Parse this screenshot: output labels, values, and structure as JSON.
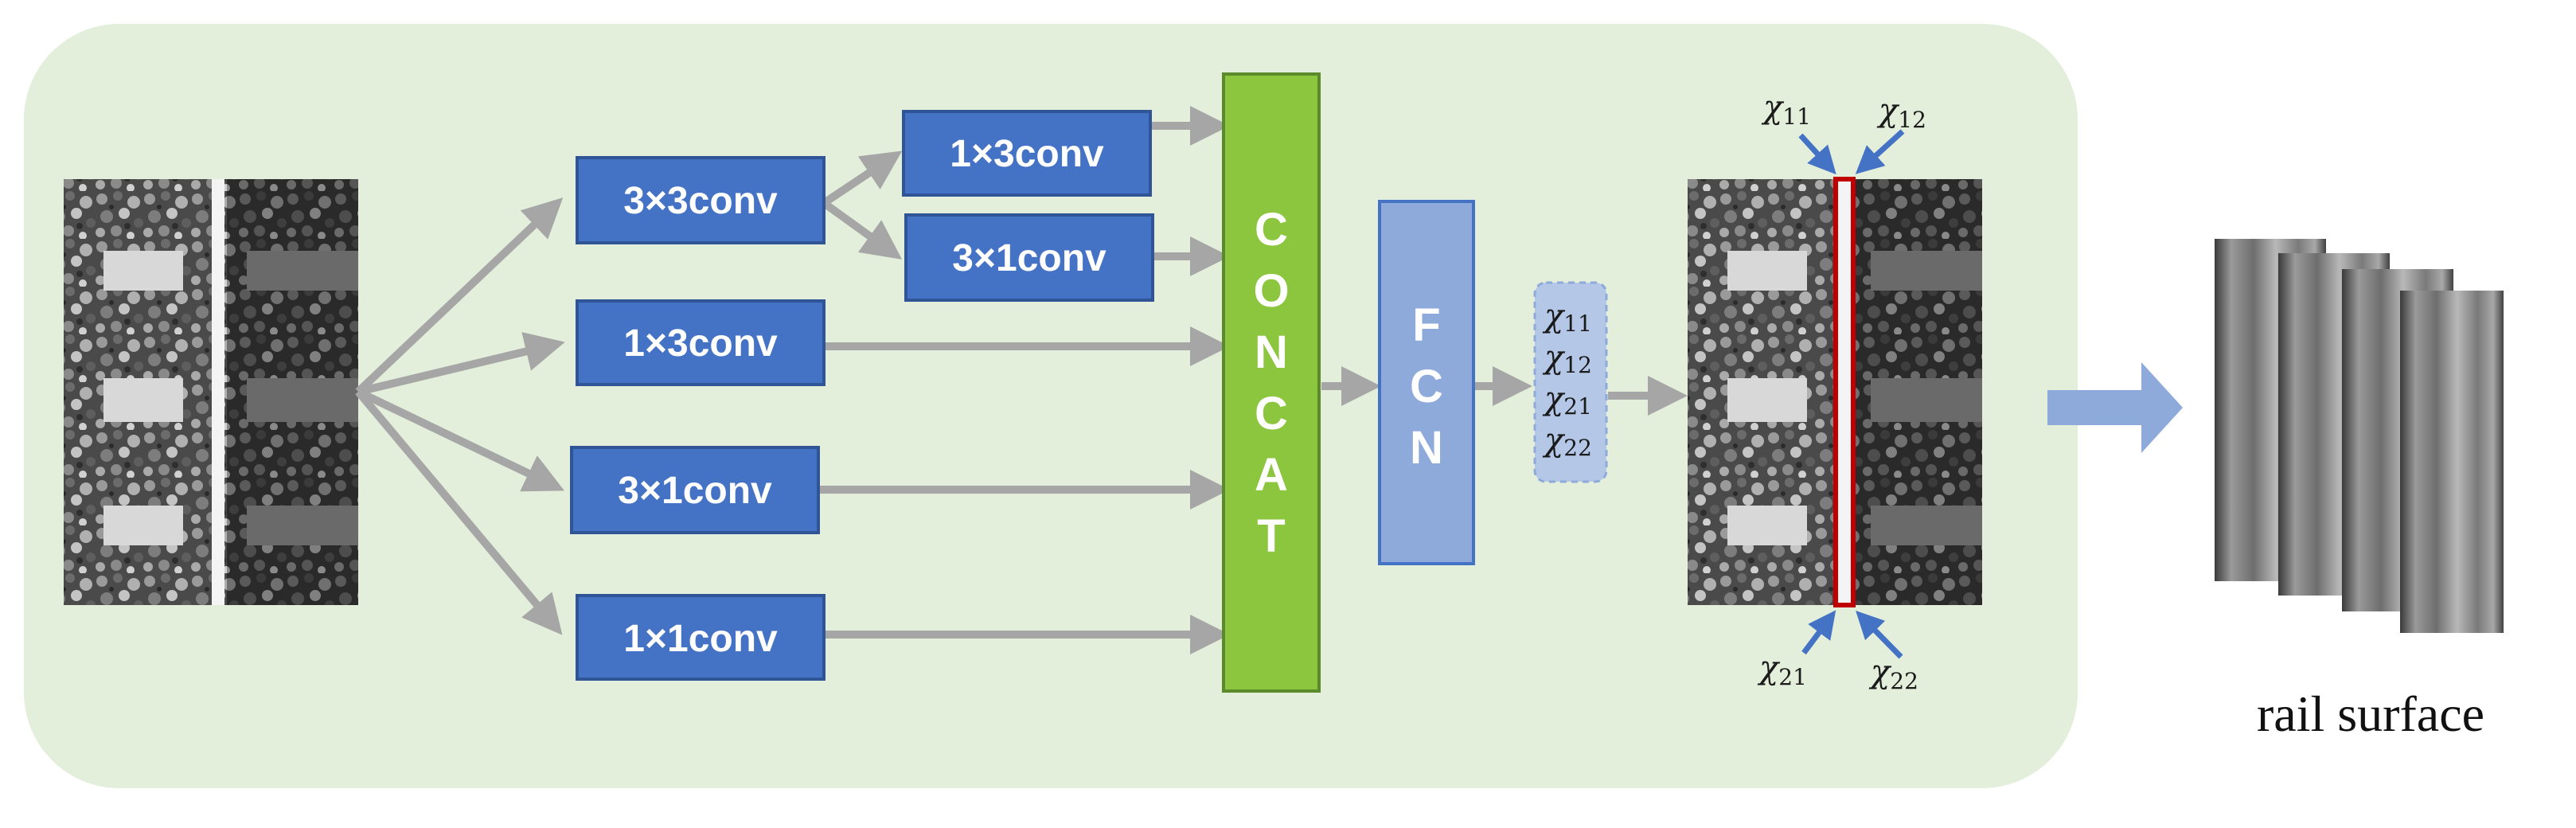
{
  "blocks": {
    "conv_3x3": "3×3conv",
    "conv_1x3_top": "1×3conv",
    "conv_3x1_top": "3×1conv",
    "conv_1x3": "1×3conv",
    "conv_3x1": "3×1conv",
    "conv_1x1": "1×1conv"
  },
  "concat_letters": [
    "C",
    "O",
    "N",
    "C",
    "A",
    "T"
  ],
  "fcn_letters": [
    "F",
    "C",
    "N"
  ],
  "outputs": [
    {
      "sym": "χ",
      "sub": "11"
    },
    {
      "sym": "χ",
      "sub": "12"
    },
    {
      "sym": "χ",
      "sub": "21"
    },
    {
      "sym": "χ",
      "sub": "22"
    }
  ],
  "edge_labels": {
    "top_left": {
      "sym": "χ",
      "sub": "11"
    },
    "top_right": {
      "sym": "χ",
      "sub": "12"
    },
    "bottom_left": {
      "sym": "χ",
      "sub": "21"
    },
    "bottom_right": {
      "sym": "χ",
      "sub": "22"
    }
  },
  "caption": "rail surface",
  "colors": {
    "panel": "#e3eedb",
    "conv_block": "#4472c4",
    "concat": "#8cc63f",
    "fcn": "#8eaadb",
    "output_box": "#b4c7e7",
    "arrow": "#a6a6a6",
    "big_arrow": "#8eaadb",
    "rail_edge": "#c00000"
  }
}
